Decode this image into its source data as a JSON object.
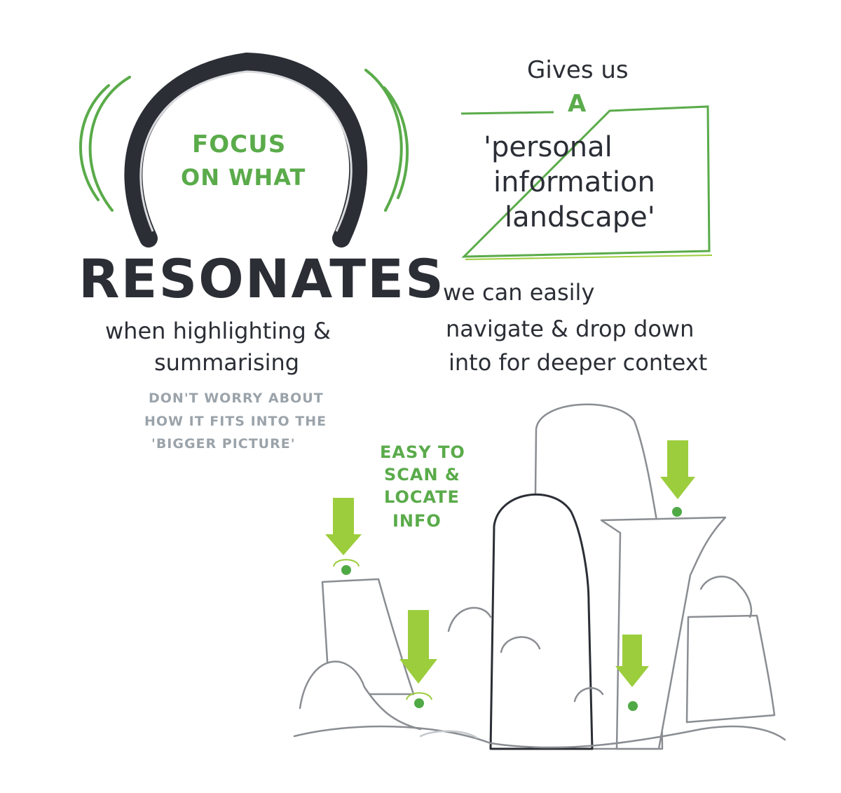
{
  "focus": {
    "line1": "FOCUS",
    "line2": "ON WHAT",
    "headline": "RESONATES",
    "detail_line1": "when highlighting &",
    "detail_line2": "summarising",
    "note_line1": "DON'T WORRY ABOUT",
    "note_line2": "HOW IT FITS INTO THE",
    "note_line3": "'BIGGER PICTURE'"
  },
  "landscape": {
    "intro": "Gives us",
    "article": "A",
    "box_line1": "'personal",
    "box_line2": "information",
    "box_line3": "landscape'",
    "easily": "we can easily",
    "nav_line1": "navigate & drop down",
    "nav_line2": "into for deeper context",
    "scan_line1": "EASY TO",
    "scan_line2": "SCAN &",
    "scan_line3": "LOCATE",
    "scan_line4": "INFO"
  },
  "colors": {
    "green_text": "#5aab4a",
    "arrow_green": "#9ccd3d",
    "ink": "#2b2e35",
    "grey_note": "#9ba3aa",
    "sketch_line": "#8a8d92"
  },
  "icons": [
    "arc-icon",
    "signal-wave-icon",
    "down-arrow-icon",
    "location-dot-icon",
    "landscape-illustration"
  ]
}
